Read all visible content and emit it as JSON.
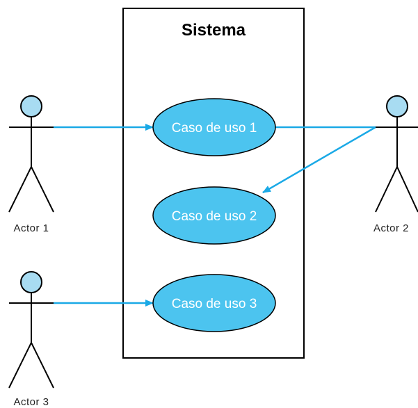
{
  "system": {
    "title": "Sistema"
  },
  "use_cases": [
    {
      "label": "Caso de uso 1"
    },
    {
      "label": "Caso de uso 2"
    },
    {
      "label": "Caso de uso 3"
    }
  ],
  "actors": [
    {
      "label": "Actor 1"
    },
    {
      "label": "Actor 2"
    },
    {
      "label": "Actor 3"
    }
  ],
  "colors": {
    "use_case_fill": "#4cc4ef",
    "actor_head_fill": "#a8dcf2",
    "association_line": "#1aa9e6",
    "outline": "#000000"
  }
}
